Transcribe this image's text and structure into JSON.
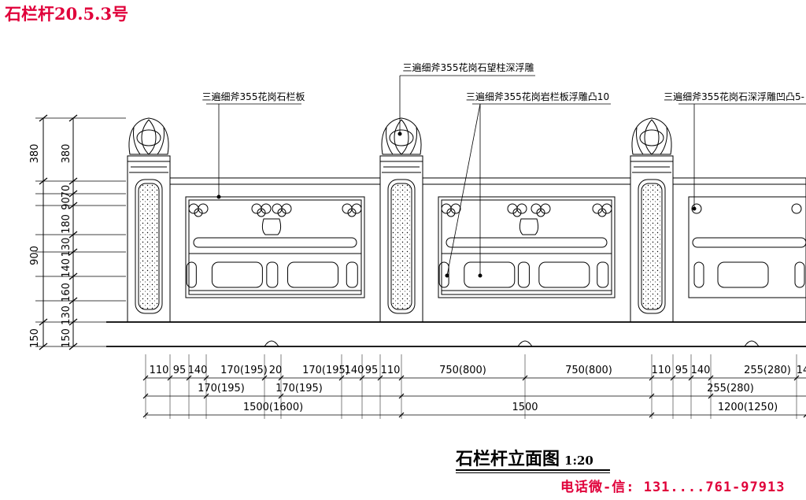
{
  "sheet_title": "石栏杆20.5.3号",
  "drawing_title": "石栏杆立面图",
  "drawing_scale": "1:20",
  "contact": "电话微-信: 131....761-97913",
  "colors": {
    "accent": "#e0003a",
    "line": "#000000"
  },
  "annotations": {
    "panel": "三遍细斧355花岗石栏板",
    "post": "三遍细斧355花岗石望柱深浮雕",
    "panel_relief": "三遍细斧355花岗岩栏板浮雕凸10",
    "relief_right": "三遍细斧355花岗石深浮雕凹凸5-"
  },
  "vertical_dims": {
    "outer": [
      "380",
      "900",
      "150"
    ],
    "inner": [
      "380",
      "70",
      "90",
      "180",
      "130",
      "140",
      "160",
      "130",
      "150"
    ]
  },
  "horizontal_dims": {
    "row1": [
      "110",
      "95",
      "140",
      "170(195)",
      "20",
      "170(195)",
      "140",
      "95",
      "110",
      "750(800)",
      "750(800)",
      "110",
      "95",
      "140",
      "255(280)",
      "14"
    ],
    "row2": [
      "170(195)",
      "170(195)",
      "255(280)"
    ],
    "row3": [
      "1500(1600)",
      "1500",
      "1200(1250)"
    ]
  }
}
